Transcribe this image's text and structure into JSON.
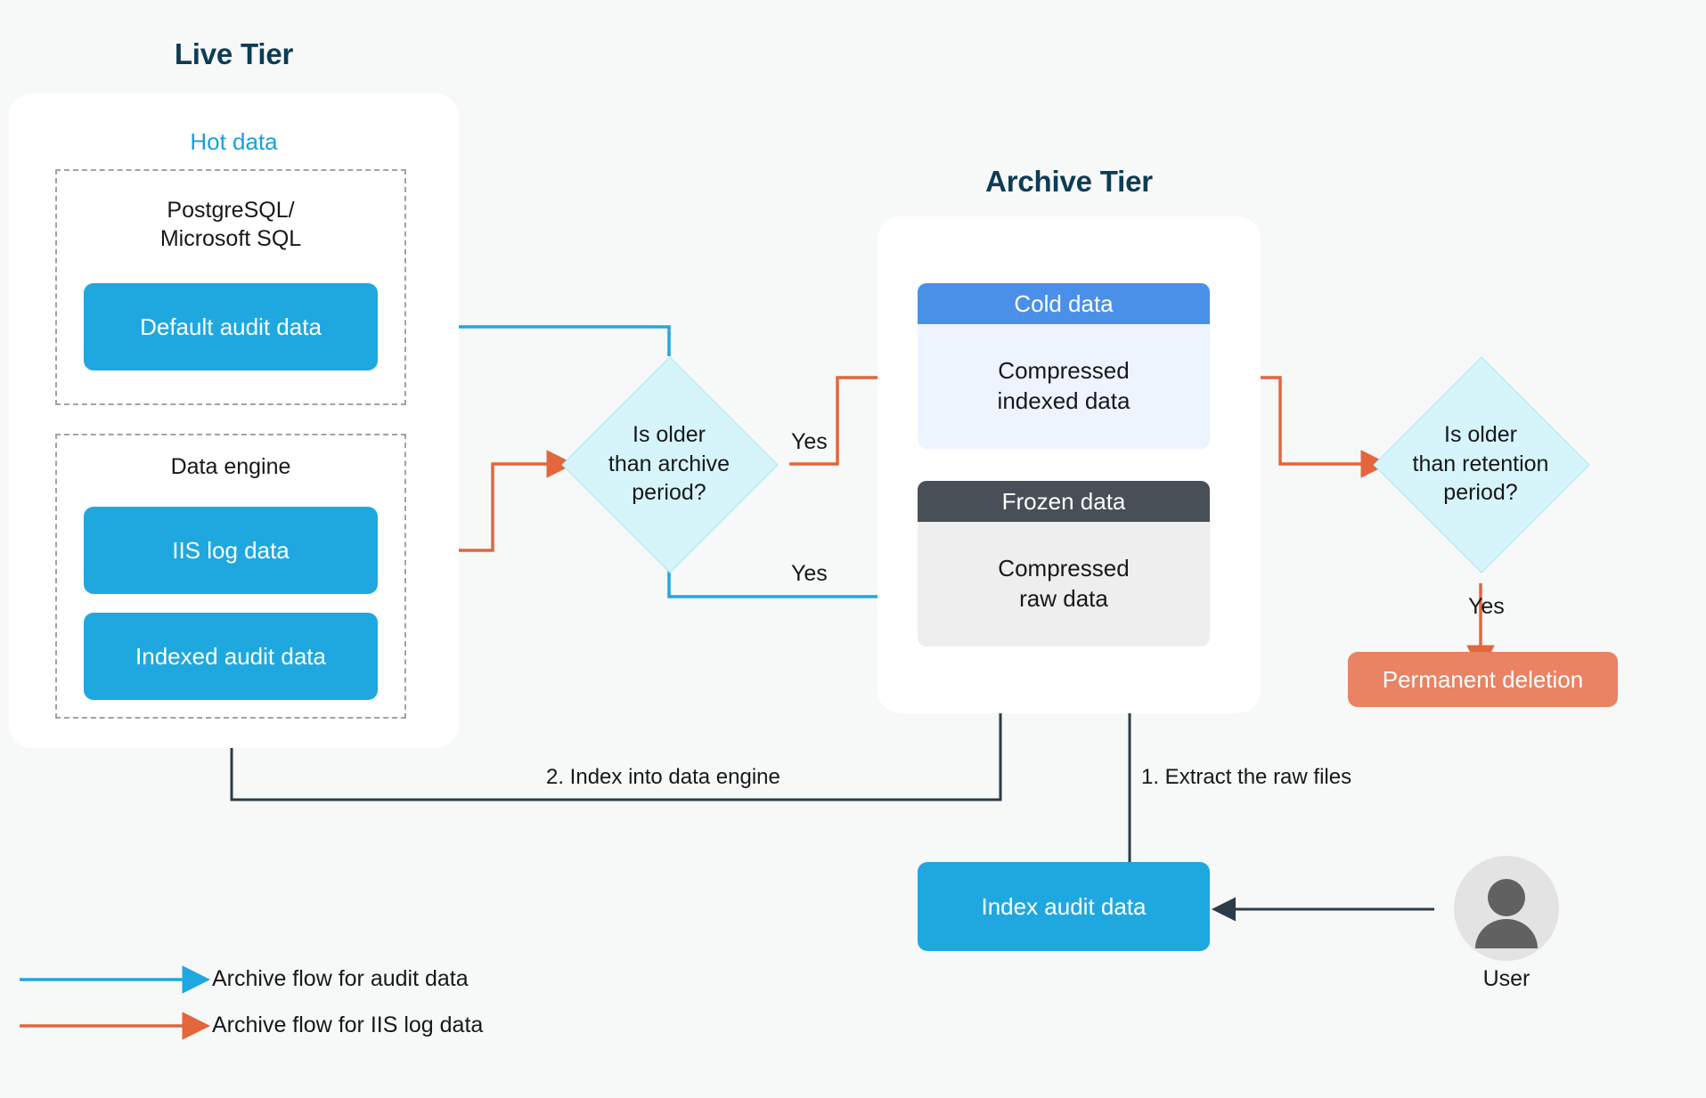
{
  "diagram": {
    "tiers": {
      "live": {
        "title": "Live Tier"
      },
      "archive": {
        "title": "Archive Tier"
      }
    },
    "live_tier": {
      "hot_label": "Hot data",
      "sql_group_label": "PostgreSQL/\nMicrosoft SQL",
      "sql_group_line1": "PostgreSQL/",
      "sql_group_line2": "Microsoft SQL",
      "default_audit_node": "Default audit data",
      "engine_group_label": "Data engine",
      "iis_log_node": "IIS log data",
      "indexed_audit_node": "Indexed audit data"
    },
    "decisions": {
      "archive_period": {
        "line1": "Is older",
        "line2": "than archive",
        "line3": "period?",
        "yes_cold": "Yes",
        "yes_frozen": "Yes"
      },
      "retention_period": {
        "line1": "Is older",
        "line2": "than retention",
        "line3": "period?",
        "yes": "Yes"
      }
    },
    "archive_tier": {
      "cold": {
        "title": "Cold data",
        "body_line1": "Compressed",
        "body_line2": "indexed data"
      },
      "frozen": {
        "title": "Frozen data",
        "body_line1": "Compressed",
        "body_line2": "raw data"
      }
    },
    "deletion_node": "Permanent deletion",
    "restore": {
      "step1": "1. Extract the raw files",
      "step2": "2. Index into data engine",
      "index_audit_node": "Index audit data",
      "user_caption": "User"
    },
    "legend": {
      "items": [
        {
          "label": "Archive flow for audit data",
          "color": "#1fa8df"
        },
        {
          "label": "Archive flow for IIS log data",
          "color": "#e3663c"
        }
      ]
    },
    "colors": {
      "background": "#f7f8f8",
      "card": "#ffffff",
      "tier_title": "#0d3c55",
      "node_blue": "#1fa8df",
      "node_orange": "#ea8264",
      "cold_header": "#4a90e8",
      "cold_body": "#eef4fe",
      "frozen_header": "#494f57",
      "frozen_body": "#eeeeee",
      "diamond_fill": "#d6f5fb",
      "flow_audit": "#1fa8df",
      "flow_iis": "#e3663c",
      "flow_restore": "#2b3b49",
      "hot_label": "#1a9fdb",
      "dashed_border": "#9aa5ad"
    }
  }
}
